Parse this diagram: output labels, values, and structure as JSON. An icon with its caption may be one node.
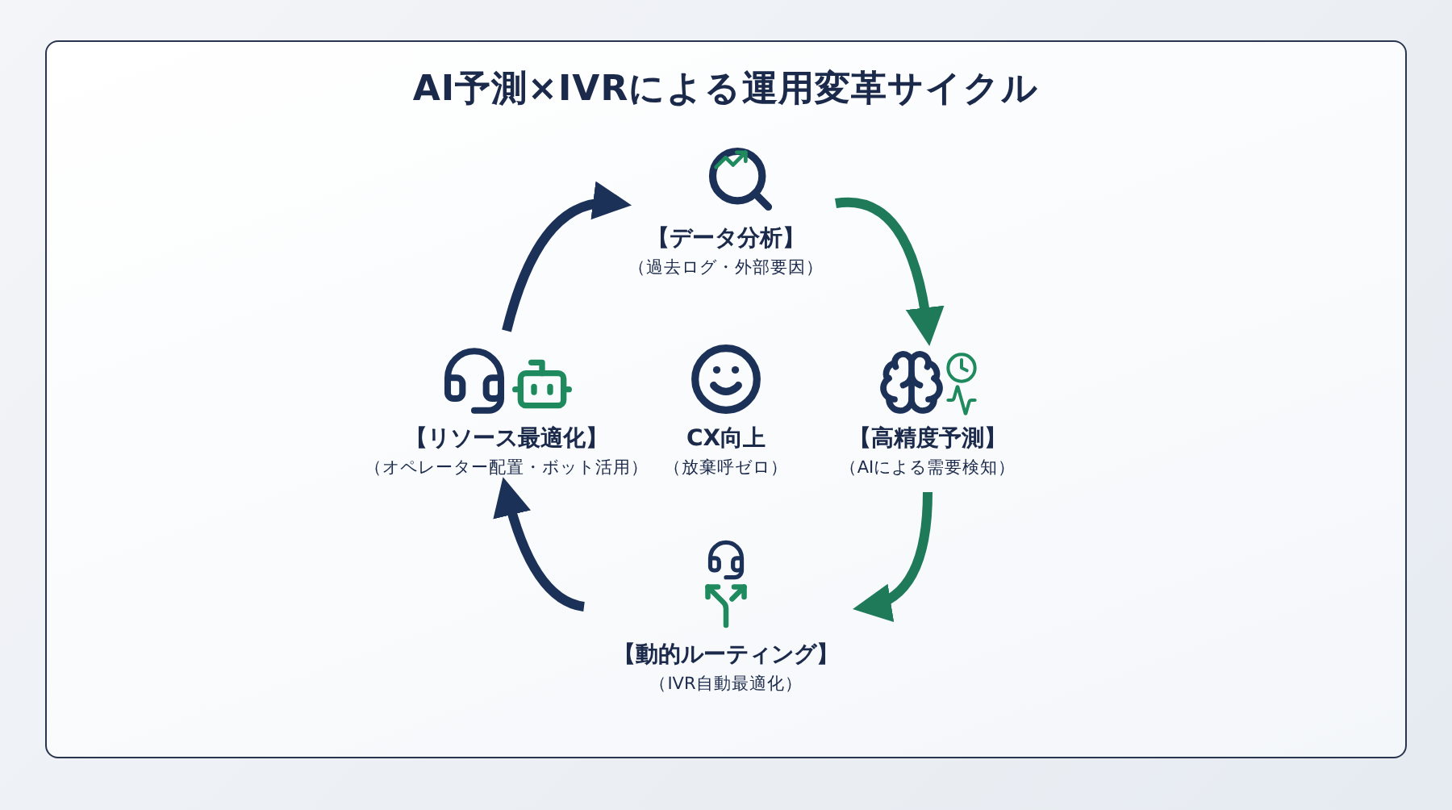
{
  "diagram": {
    "title": "AI予測×IVRによる運用変革サイクル",
    "nodes": [
      {
        "text": [
          "【データ分析】",
          "（過去ログ・外部要因）"
        ]
      },
      {
        "text": [
          "【リソース最適化】",
          "（オペレーター配置・ボット活用）"
        ]
      },
      {
        "text": [
          "CX向上",
          "（放棄呼ゼロ）"
        ]
      },
      {
        "text": [
          "【高精度予測】",
          "（AIによる需要検知）"
        ]
      },
      {
        "text": [
          "【動的ルーティング】",
          "（IVR自動最適化）"
        ]
      }
    ],
    "edges": [
      {
        "from": 0,
        "to": 3,
        "arrow": "to",
        "color": "#1f7a5a"
      },
      {
        "from": 3,
        "to": 4,
        "arrow": "to",
        "color": "#1f7a5a"
      },
      {
        "from": 4,
        "to": 1,
        "arrow": "to",
        "color": "#1c3157"
      },
      {
        "from": 1,
        "to": 0,
        "arrow": "to",
        "color": "#1c3157"
      }
    ]
  }
}
